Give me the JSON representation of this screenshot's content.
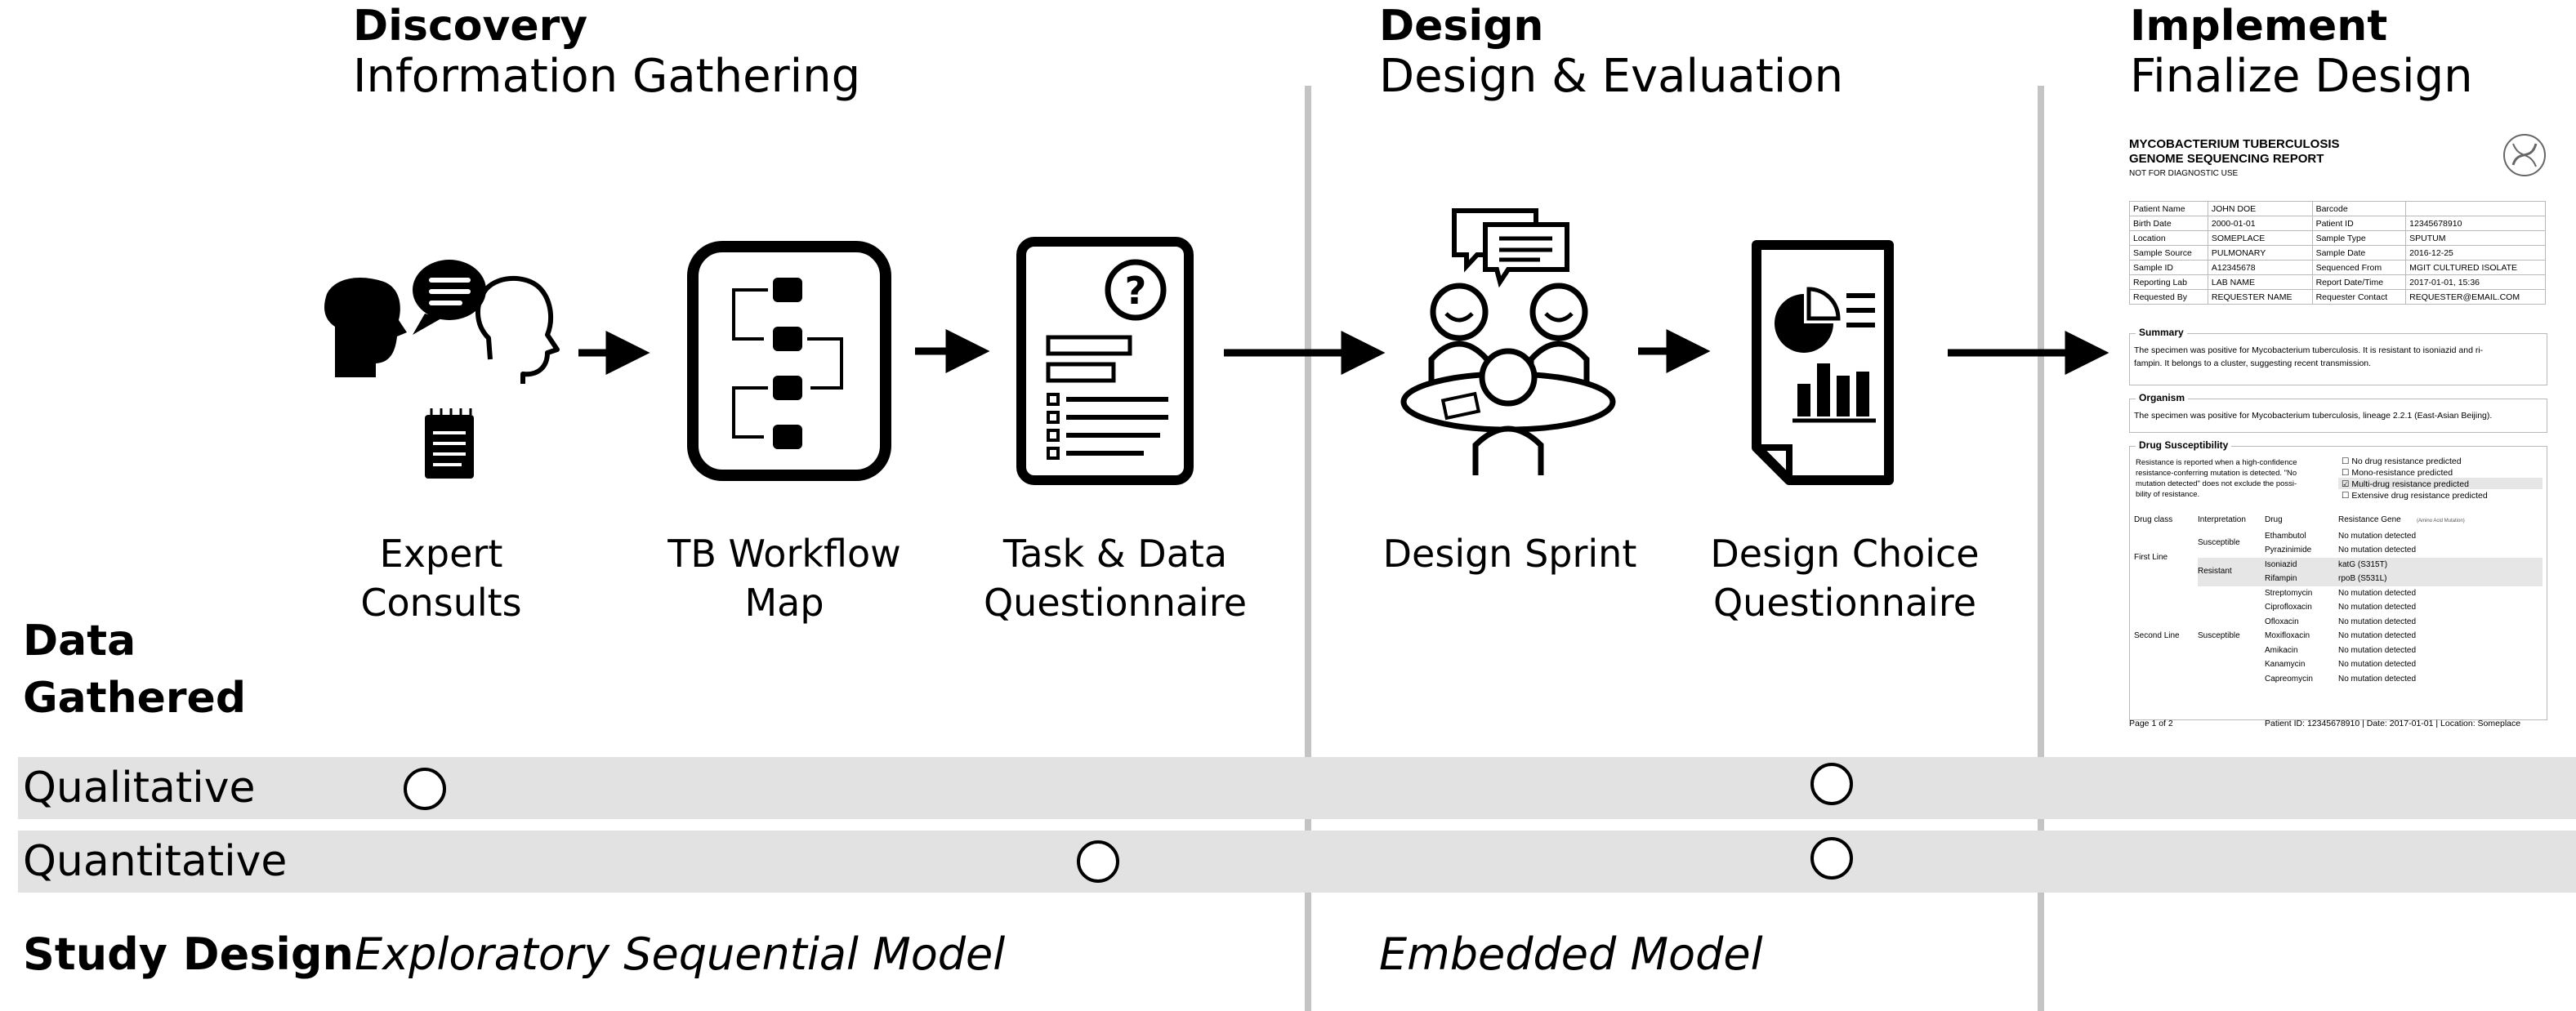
{
  "phases": [
    {
      "title": "Discovery",
      "subtitle": "Information Gathering"
    },
    {
      "title": "Design",
      "subtitle": "Design & Evaluation"
    },
    {
      "title": "Implement",
      "subtitle": "Finalize Design"
    }
  ],
  "steps": [
    {
      "line1": "Expert",
      "line2": "Consults"
    },
    {
      "line1": "TB Workflow",
      "line2": "Map"
    },
    {
      "line1": "Task & Data",
      "line2": "Questionnaire"
    },
    {
      "line1": "Design Sprint",
      "line2": ""
    },
    {
      "line1": "Design Choice",
      "line2": "Questionnaire"
    }
  ],
  "data_gathered": {
    "heading_line1": "Data",
    "heading_line2": "Gathered",
    "rows": [
      {
        "label": "Qualitative"
      },
      {
        "label": "Quantitative"
      }
    ]
  },
  "study_design": {
    "label": "Study Design",
    "discovery_model": "Exploratory Sequential Model",
    "design_model": "Embedded Model"
  },
  "report": {
    "title_line1": "MYCOBACTERIUM TUBERCULOSIS",
    "title_line2": "GENOME SEQUENCING REPORT",
    "disclaimer": "NOT FOR DIAGNOSTIC USE",
    "patient_table": [
      [
        "Patient Name",
        "JOHN DOE",
        "Barcode",
        ""
      ],
      [
        "Birth Date",
        "2000-01-01",
        "Patient ID",
        "12345678910"
      ],
      [
        "Location",
        "SOMEPLACE",
        "Sample Type",
        "SPUTUM"
      ],
      [
        "Sample Source",
        "PULMONARY",
        "Sample Date",
        "2016-12-25"
      ],
      [
        "Sample ID",
        "A12345678",
        "Sequenced From",
        "MGIT CULTURED ISOLATE"
      ],
      [
        "Reporting Lab",
        "LAB NAME",
        "Report Date/Time",
        "2017-01-01, 15:36"
      ],
      [
        "Requested By",
        "REQUESTER NAME",
        "Requester Contact",
        "REQUESTER@EMAIL.COM"
      ]
    ],
    "summary_heading": "Summary",
    "summary_text_1": "The specimen was positive for Mycobacterium tuberculosis.  It is resistant to isoniazid and ri-",
    "summary_text_2": "fampin.  It belongs to a cluster, suggesting recent transmission.",
    "organism_heading": "Organism",
    "organism_text": "The specimen was positive for Mycobacterium tuberculosis, lineage 2.2.1 (East-Asian Beijing).",
    "ds_heading": "Drug Susceptibility",
    "ds_note_1": "Resistance is reported when a high-confidence",
    "ds_note_2": "resistance-conferring mutation is detected.  \"No",
    "ds_note_3": "mutation detected\" does not exclude the possi-",
    "ds_note_4": "bility of resistance.",
    "ds_options": [
      {
        "box": "☐",
        "text": "No drug resistance predicted"
      },
      {
        "box": "☐",
        "text": "Mono-resistance predicted"
      },
      {
        "box": "☑",
        "text": "Multi-drug resistance predicted"
      },
      {
        "box": "☐",
        "text": "Extensive drug resistance predicted"
      }
    ],
    "ds_columns": [
      "Drug class",
      "Interpretation",
      "Drug",
      "Resistance Gene",
      "(Amino Acid Mutation)"
    ],
    "first_line_label": "First Line",
    "second_line_label": "Second Line",
    "susceptible_label": "Susceptible",
    "resistant_label": "Resistant",
    "first_line_susceptible": [
      {
        "drug": "Ethambutol",
        "gene": "No mutation detected"
      },
      {
        "drug": "Pyrazinimide",
        "gene": "No mutation detected"
      }
    ],
    "first_line_resistant": [
      {
        "drug": "Isoniazid",
        "gene": "katG (S315T)"
      },
      {
        "drug": "Rifampin",
        "gene": "rpoB (S531L)"
      }
    ],
    "second_line": [
      {
        "drug": "Streptomycin",
        "gene": "No mutation detected"
      },
      {
        "drug": "Ciprofloxacin",
        "gene": "No mutation detected"
      },
      {
        "drug": "Ofloxacin",
        "gene": "No mutation detected"
      },
      {
        "drug": "Moxifloxacin",
        "gene": "No mutation detected"
      },
      {
        "drug": "Amikacin",
        "gene": "No mutation detected"
      },
      {
        "drug": "Kanamycin",
        "gene": "No mutation detected"
      },
      {
        "drug": "Capreomycin",
        "gene": "No mutation detected"
      }
    ],
    "footer_page": "Page 1 of 2",
    "footer_info": "Patient ID: 12345678910 | Date: 2017-01-01 | Location: Someplace"
  },
  "colors": {
    "band": "#e2e2e2",
    "divider": "#c4c4c4",
    "ink": "#000000"
  }
}
